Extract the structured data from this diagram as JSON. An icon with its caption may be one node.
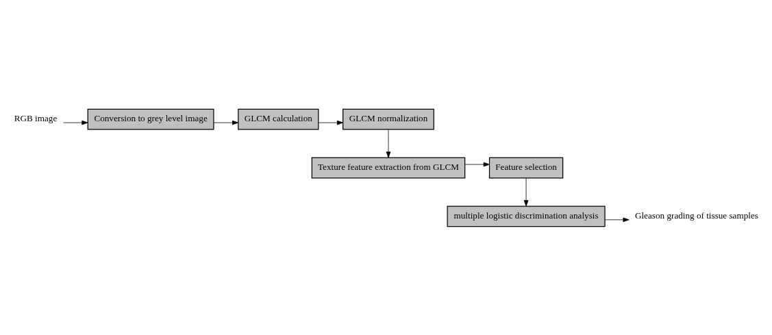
{
  "diagram": {
    "nodes": [
      {
        "text": [
          "RGB image"
        ]
      },
      {
        "text": [
          "Conversion to grey level image"
        ]
      },
      {
        "text": [
          "GLCM calculation"
        ]
      },
      {
        "text": [
          "GLCM normalization"
        ]
      },
      {
        "text": [
          "Texture feature extraction from GLCM"
        ]
      },
      {
        "text": [
          "Feature selection"
        ]
      },
      {
        "text": [
          "multiple logistic discrimination analysis"
        ]
      },
      {
        "text": [
          "Gleason grading of tissue samples"
        ]
      }
    ],
    "edges": [
      {
        "from": 0,
        "to": 1,
        "arrow": "to"
      },
      {
        "from": 1,
        "to": 2,
        "arrow": "to"
      },
      {
        "from": 2,
        "to": 3,
        "arrow": "to"
      },
      {
        "from": 3,
        "to": 4,
        "arrow": "to"
      },
      {
        "from": 4,
        "to": 5,
        "arrow": "to"
      },
      {
        "from": 5,
        "to": 6,
        "arrow": "to"
      },
      {
        "from": 6,
        "to": 7,
        "arrow": "to"
      }
    ]
  }
}
